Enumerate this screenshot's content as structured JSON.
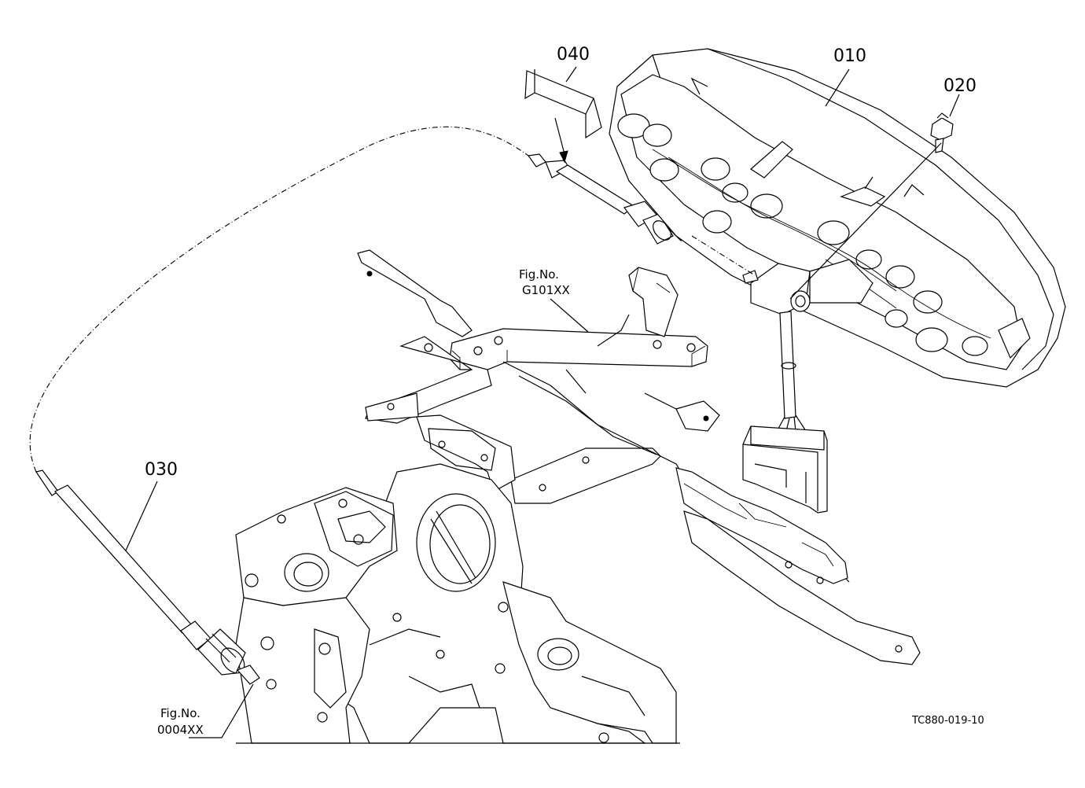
{
  "labels": {
    "p010": "010",
    "p020": "020",
    "p030": "030",
    "p040": "040",
    "fig_upper_line1": "Fig.No.",
    "fig_upper_line2": "G101XX",
    "fig_lower_line1": "Fig.No.",
    "fig_lower_line2": "0004XX",
    "drawing_code": "TC880-019-10"
  },
  "parts": [
    {
      "key": "010",
      "name": "meter-panel-assembly"
    },
    {
      "key": "020",
      "name": "bolt"
    },
    {
      "key": "030",
      "name": "tachometer-cable"
    },
    {
      "key": "040",
      "name": "cover"
    }
  ]
}
